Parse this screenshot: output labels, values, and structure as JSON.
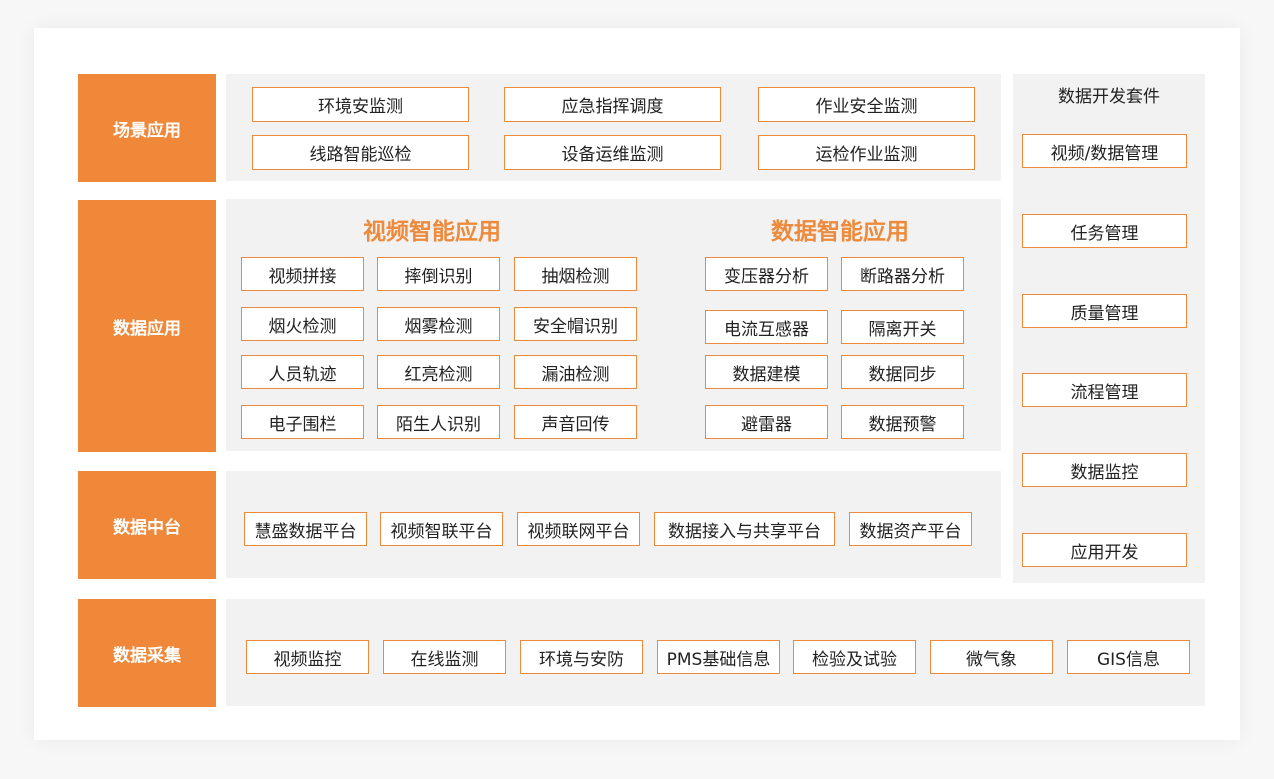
{
  "rows": {
    "scene": {
      "label": "场景应用",
      "items": [
        "环境安监测",
        "应急指挥调度",
        "作业安全监测",
        "线路智能巡检",
        "设备运维监测",
        "运检作业监测"
      ]
    },
    "data_app": {
      "label": "数据应用",
      "video": {
        "title": "视频智能应用",
        "items": [
          "视频拼接",
          "摔倒识别",
          "抽烟检测",
          "烟火检测",
          "烟雾检测",
          "安全帽识别",
          "人员轨迹",
          "红亮检测",
          "漏油检测",
          "电子围栏",
          "陌生人识别",
          "声音回传"
        ]
      },
      "data": {
        "title": "数据智能应用",
        "items": [
          "变压器分析",
          "断路器分析",
          "电流互感器",
          "隔离开关",
          "数据建模",
          "数据同步",
          "避雷器",
          "数据预警"
        ]
      }
    },
    "middle": {
      "label": "数据中台",
      "items": [
        "慧盛数据平台",
        "视频智联平台",
        "视频联网平台",
        "数据接入与共享平台",
        "数据资产平台"
      ]
    },
    "collect": {
      "label": "数据采集",
      "items": [
        "视频监控",
        "在线监测",
        "环境与安防",
        "PMS基础信息",
        "检验及试验",
        "微气象",
        "GIS信息"
      ]
    }
  },
  "dev_kit": {
    "title": "数据开发套件",
    "items": [
      "视频/数据管理",
      "任务管理",
      "质量管理",
      "流程管理",
      "数据监控",
      "应用开发"
    ]
  }
}
